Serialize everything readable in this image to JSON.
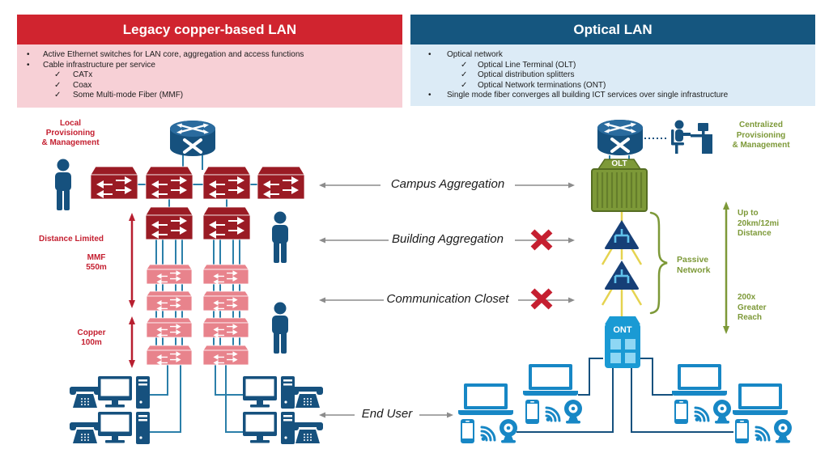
{
  "legacy_panel": {
    "title": "Legacy copper-based LAN",
    "items": [
      "Active Ethernet switches for LAN core, aggregation and access functions",
      "Cable infrastructure per service",
      "CATx",
      "Coax",
      "Some Multi-mode Fiber (MMF)"
    ]
  },
  "optical_panel": {
    "title": "Optical LAN",
    "items": [
      "Optical network",
      "Optical Line Terminal (OLT)",
      "Optical distribution splitters",
      "Optical Network terminations (ONT)",
      "Single mode fiber converges all building ICT services over single infrastructure"
    ]
  },
  "markers": {
    "bullet": "•",
    "check": "✓"
  },
  "left_diagram": {
    "management": "Local\nProvisioning\n& Management",
    "distance_limited": "Distance Limited",
    "mmf": "MMF\n550m",
    "copper": "Copper\n100m"
  },
  "right_diagram": {
    "management": "Centralized\nProvisioning\n& Management",
    "olt": "OLT",
    "ont": "ONT",
    "passive_network": "Passive\nNetwork",
    "distance": "Up to\n20km/12mi\nDistance",
    "reach": "200x\nGreater\nReach"
  },
  "tiers": {
    "campus": "Campus Aggregation",
    "building": "Building Aggregation",
    "closet": "Communication Closet",
    "end_user": "End User"
  },
  "colors": {
    "banner_red": "#d0242f",
    "panel_red": "#f7d0d6",
    "banner_blue": "#15567f",
    "panel_blue": "#dcebf6",
    "switch_dark_red": "#9a1b24",
    "switch_pink": "#e8838c",
    "icon_navy": "#16517e",
    "device_blue": "#1787c5",
    "ont_blue": "#1a9ad4",
    "olt_green": "#7d9938",
    "fiber_yellow": "#e5d34f",
    "splitter_navy": "#163f77",
    "text_red": "#c41f30",
    "text_olive": "#7d9938",
    "line_teal": "#2b7fa9",
    "arrow_gray": "#8c8c8c",
    "x_red": "#c51f30"
  }
}
